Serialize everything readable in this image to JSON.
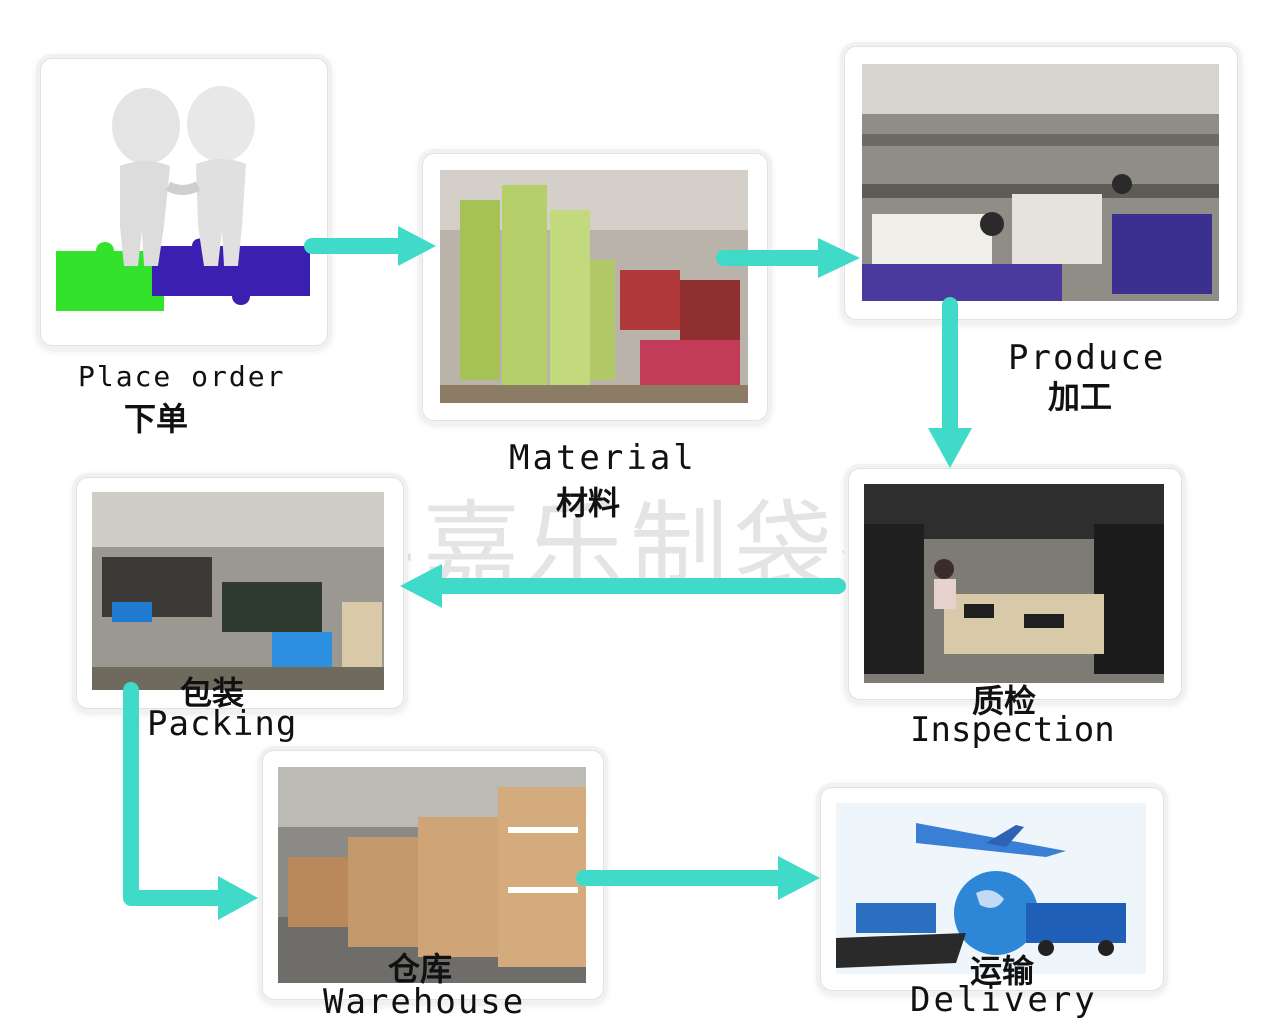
{
  "watermark": "汝南县嘉乐制袋有限公司",
  "accent_color": "#3fdbc8",
  "stages": {
    "place_order": {
      "en": "Place order",
      "zh": "下单"
    },
    "material": {
      "en": "Material",
      "zh": "材料"
    },
    "produce": {
      "en": "Produce",
      "zh": "加工"
    },
    "inspection": {
      "en": "Inspection",
      "zh": "质检"
    },
    "packing": {
      "en": "Packing",
      "zh": "包装"
    },
    "warehouse": {
      "en": "Warehouse",
      "zh": "仓库"
    },
    "delivery": {
      "en": "Delivery",
      "zh": "运输"
    }
  },
  "flow": [
    "place_order",
    "material",
    "produce",
    "inspection",
    "packing",
    "warehouse",
    "delivery"
  ],
  "images": {
    "place_order": "handshake-figures-on-puzzle-pieces-image",
    "material": "fabric-rolls-warehouse-image",
    "produce": "sewing-factory-floor-image",
    "inspection": "quality-inspection-tables-image",
    "packing": "packing-area-workers-image",
    "warehouse": "stacked-cartons-warehouse-image",
    "delivery": "plane-ship-truck-globe-image"
  }
}
